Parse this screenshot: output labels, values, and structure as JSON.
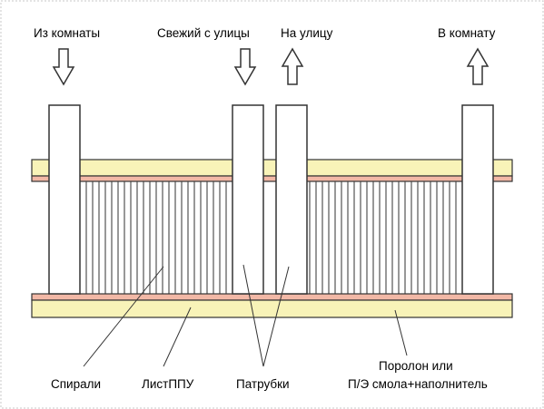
{
  "labels": {
    "from_room": "Из комнаты",
    "fresh_air": "Свежий с улицы",
    "to_outside": "На улицу",
    "to_room": "В комнату"
  },
  "callouts": {
    "spirals": "Спирали",
    "ppu_sheet": "ЛистППУ",
    "pipes": "Патрубки",
    "foam_line1": "Поролон или",
    "foam_line2": "П/Э смола+наполнитель"
  },
  "colors": {
    "plate": "#f8f3b8",
    "foam_strip": "#f2b8a6",
    "outline": "#333333"
  },
  "icons": {
    "down": "arrow-down-icon",
    "up": "arrow-up-icon"
  }
}
